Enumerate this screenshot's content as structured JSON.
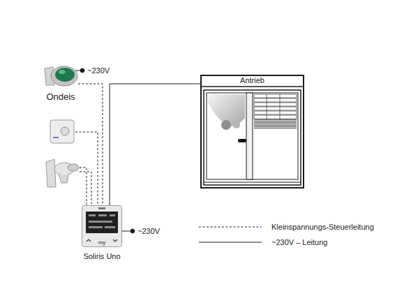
{
  "diagram": {
    "nodes": [
      {
        "text": [
          "Ondeis"
        ]
      },
      {
        "text": [
          "Antrieb"
        ]
      },
      {
        "text": [
          "Soliris Uno"
        ]
      }
    ],
    "edges": [
      {
        "from": 0,
        "to": 2,
        "arrow": "none"
      },
      {
        "from": 2,
        "to": 1,
        "arrow": "none"
      }
    ],
    "labels": [
      "~230V",
      "~230V",
      "my"
    ],
    "legend": [
      {
        "text": "Kleinspannungs-Steuerleitung"
      },
      {
        "text": "~230V – Leitung"
      }
    ]
  }
}
